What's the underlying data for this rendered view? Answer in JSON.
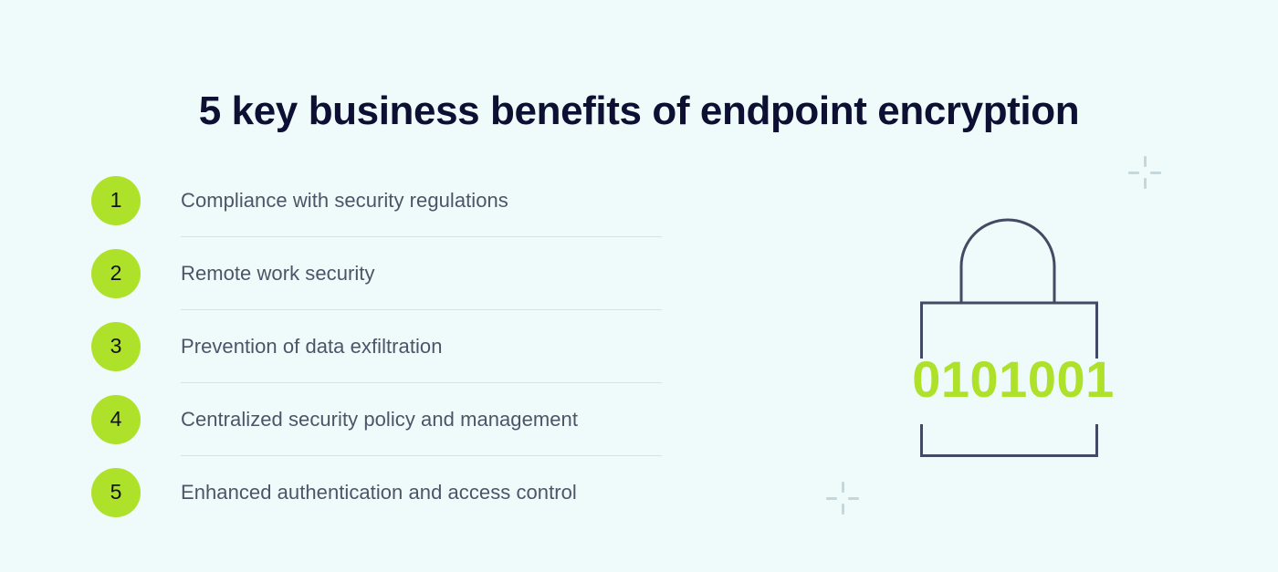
{
  "background_color": "#effbfb",
  "accent_color": "#aee12a",
  "title_color": "#0d1033",
  "body_text_color": "#4a5568",
  "outline_color": "#414b63",
  "divider_color": "#d5e3e4",
  "sparkle_color": "#c6d7db",
  "header": {
    "title": "5 key business benefits of endpoint encryption"
  },
  "benefits": [
    {
      "number": "1",
      "label": "Compliance with security regulations"
    },
    {
      "number": "2",
      "label": "Remote work security"
    },
    {
      "number": "3",
      "label": "Prevention of data exfiltration"
    },
    {
      "number": "4",
      "label": "Centralized security policy and management"
    },
    {
      "number": "5",
      "label": "Enhanced authentication and access control"
    }
  ],
  "illustration": {
    "name": "padlock-with-binary",
    "binary_code": "0101001"
  }
}
